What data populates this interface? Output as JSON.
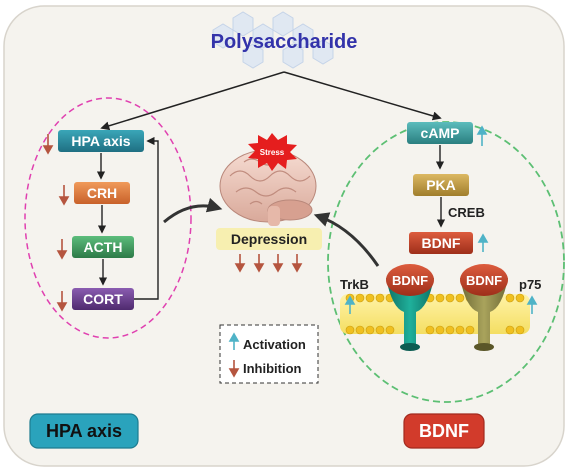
{
  "title": "Polysaccharide",
  "stress": "Stress",
  "depression": "Depression",
  "hpa": {
    "nodes": [
      "HPA axis",
      "CRH",
      "ACTH",
      "CORT"
    ],
    "footer": "HPA axis"
  },
  "bdnf_pathway": {
    "camp": "cAMP",
    "pka": "PKA",
    "creb": "CREB",
    "bdnf": "BDNF",
    "receptor_left_bdnf": "BDNF",
    "receptor_right_bdnf": "BDNF",
    "trkb": "TrkB",
    "p75": "p75",
    "footer": "BDNF"
  },
  "legend": {
    "activation": "Activation",
    "inhibition": "Inhibition"
  },
  "colors": {
    "activation_arrow": "#4fb3c7",
    "inhibition_arrow": "#b5553f",
    "hpa_header": "#2e8fa3",
    "crh": "#e07a3a",
    "acth": "#3f9a5e",
    "cort": "#6a3c8f",
    "camp": "#3aa0a0",
    "pka": "#c7a246",
    "bdnf": "#c0432a",
    "title": "#3333aa"
  }
}
